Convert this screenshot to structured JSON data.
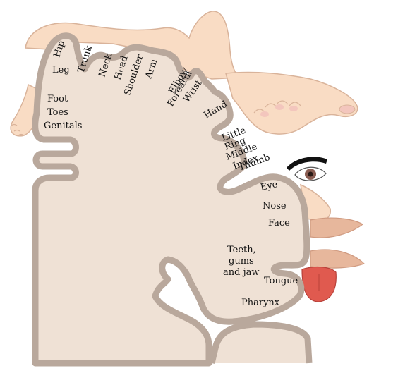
{
  "colors": {
    "skin": "#f9dcc4",
    "skin_stroke": "#d9b39a",
    "cortex_fill": "#efe1d5",
    "cortex_border": "#b9a89c",
    "lip": "#e7b79c",
    "tongue": "#e05a4f",
    "eyebrow": "#111111",
    "iris": "#8a5d52"
  },
  "labels": {
    "hip": "Hip",
    "trunk": "Trunk",
    "neck": "Neck",
    "head": "Head",
    "shoulder": "Shoulder",
    "arm": "Arm",
    "elbow": "Elbow",
    "forearm": "Forearm",
    "wrist": "Wrist",
    "hand": "Hand",
    "leg": "Leg",
    "foot": "Foot",
    "toes": "Toes",
    "genitals": "Genitals",
    "little": "Little",
    "ring": "Ring",
    "middle": "Middle",
    "index": "Index",
    "thumb": "Thumb",
    "eye": "Eye",
    "nose": "Nose",
    "face": "Face",
    "teeth_line1": "Teeth,",
    "teeth_line2": "gums",
    "teeth_line3": "and jaw",
    "tongue": "Tongue",
    "pharynx": "Pharynx"
  }
}
